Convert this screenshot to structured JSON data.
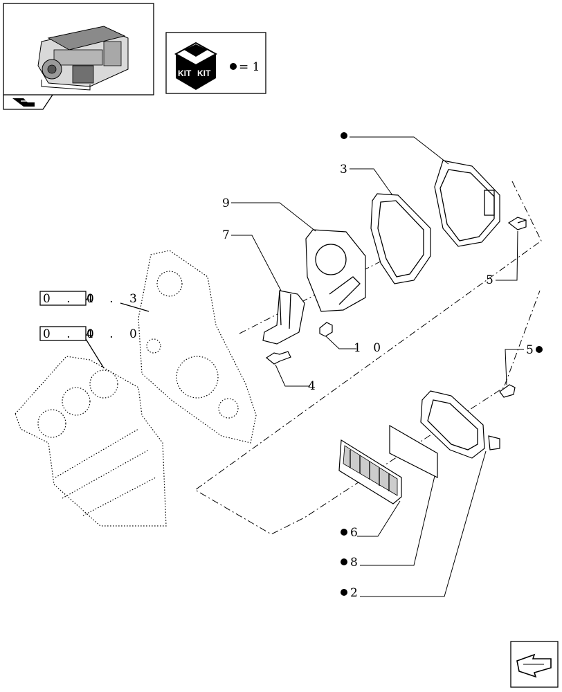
{
  "kit_legend": {
    "kit_word_left": "KIT",
    "kit_word_right": "KIT",
    "equals_text": "= 1"
  },
  "reference_boxes": [
    {
      "boxed": "0 . 0",
      "rest": "4 . 3"
    },
    {
      "boxed": "0 . 0",
      "rest": "4 . 0"
    }
  ],
  "part_labels": {
    "p3": "3",
    "p9": "9",
    "p7": "7",
    "p5_top": "5",
    "p10": "1 0",
    "p4": "4",
    "p5_bottom": "5",
    "p6": "6",
    "p8": "8",
    "p2": "2"
  },
  "icons": [
    "engine-thumbnail",
    "kit-box-icon",
    "kit-bullet-icon",
    "nav-arrow-icon",
    "next-page-arrow-icon"
  ]
}
